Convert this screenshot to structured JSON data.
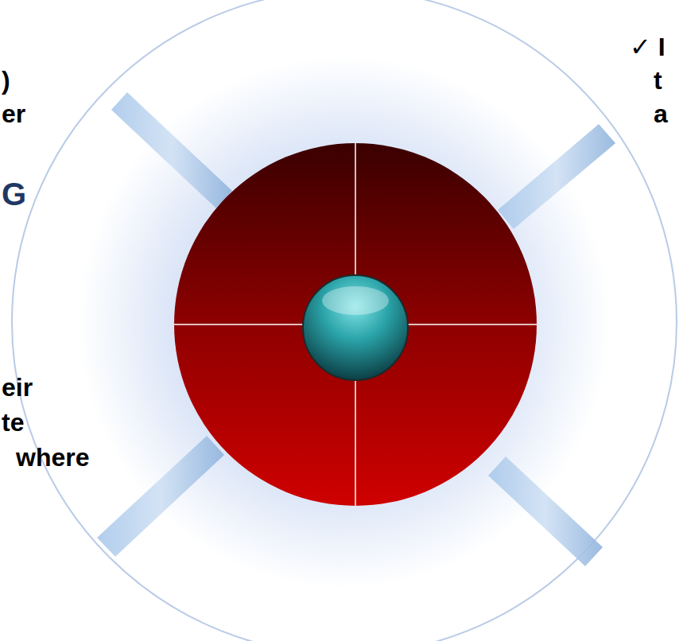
{
  "diagram": {
    "labels": [
      ")",
      "er",
      "G",
      "eir",
      "te",
      "where",
      "✓ I",
      "t",
      "a"
    ]
  }
}
